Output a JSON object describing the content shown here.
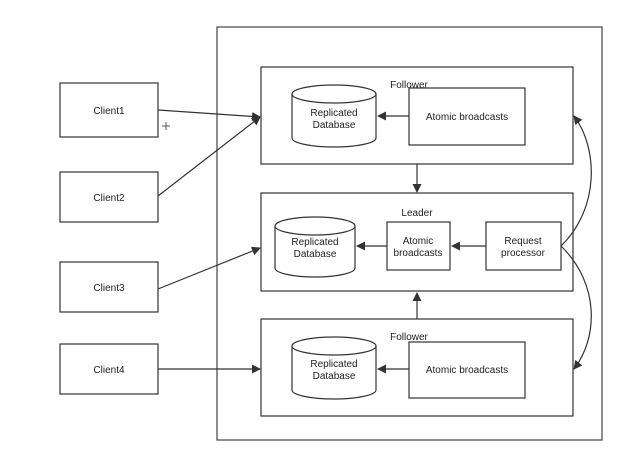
{
  "clients": [
    "Client1",
    "Client2",
    "Client3",
    "Client4"
  ],
  "servers": {
    "top": {
      "role": "Follower",
      "database": [
        "Replicated",
        "Database"
      ],
      "broadcast": [
        "Atomic broadcasts"
      ]
    },
    "middle": {
      "role": "Leader",
      "database": [
        "Replicated",
        "Database"
      ],
      "broadcast": [
        "Atomic",
        "broadcasts"
      ],
      "processor": [
        "Request",
        "processor"
      ]
    },
    "bottom": {
      "role": "Follower",
      "database": [
        "Replicated",
        "Database"
      ],
      "broadcast": [
        "Atomic broadcasts"
      ]
    }
  },
  "colors": {
    "stroke": "#333333",
    "text": "#222222",
    "background": "#ffffff"
  }
}
